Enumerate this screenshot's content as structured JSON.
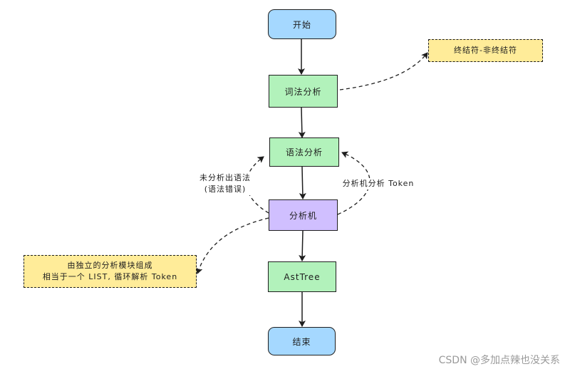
{
  "nodes": {
    "start": "开始",
    "lexer": "词法分析",
    "parser": "语法分析",
    "analyzer": "分析机",
    "ast": "AstTree",
    "end": "结束"
  },
  "notes": {
    "terminals": "终结符-非终结符",
    "modules_line1": "由独立的分析模块组成",
    "modules_line2": "相当于一个 LIST, 循环解析 Token"
  },
  "edge_labels": {
    "error_line1": "未分析出语法",
    "error_line2": "(语法错误)",
    "token_feedback": "分析机分析 Token"
  },
  "watermark": "CSDN @多加点辣也没关系",
  "colors": {
    "terminal_fill": "#a5d8ff",
    "process_fill": "#b2f2bb",
    "analyzer_fill": "#d0bfff",
    "note_fill": "#ffec99",
    "stroke": "#1e1e1e"
  }
}
